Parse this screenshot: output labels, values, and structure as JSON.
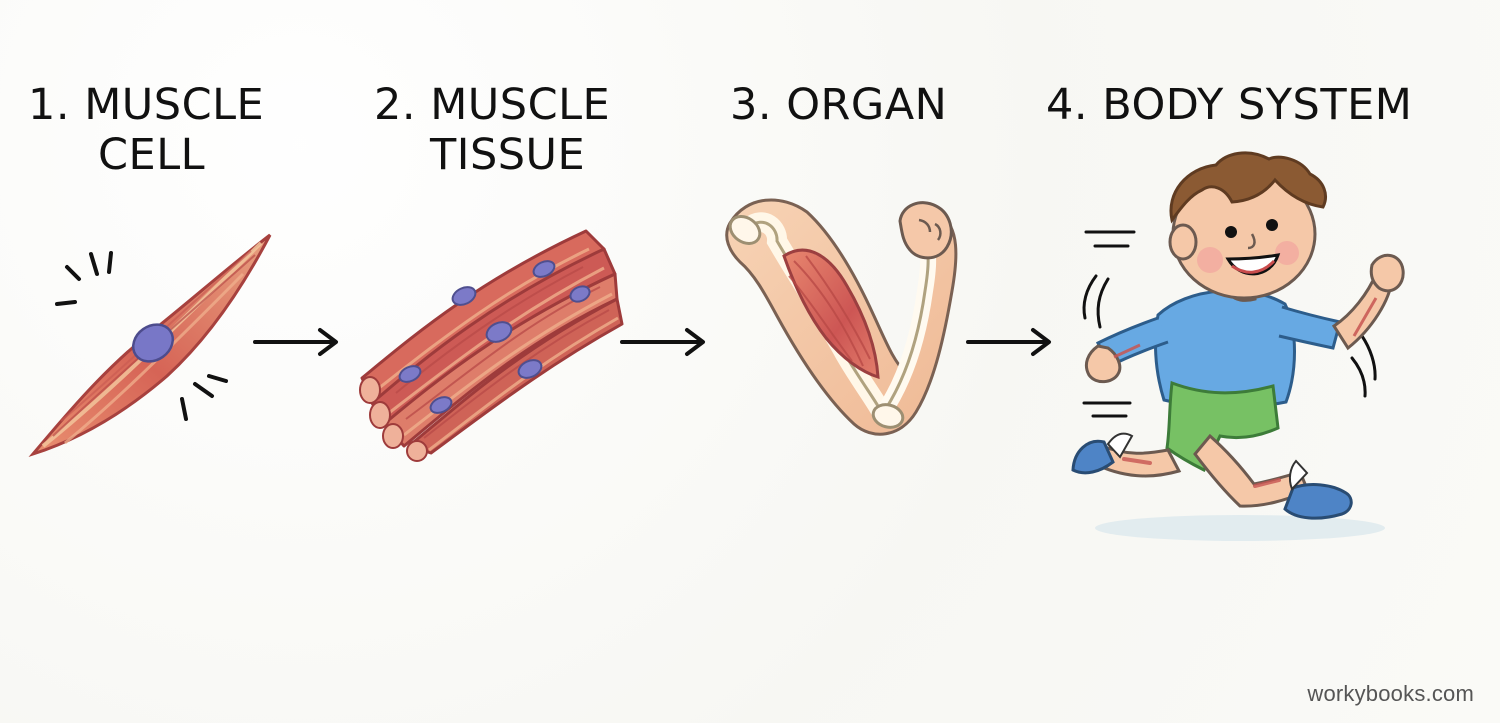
{
  "steps": [
    {
      "line1": "1. MUSCLE",
      "line2": "CELL",
      "icon": "spindle-muscle-cell-icon"
    },
    {
      "line1": "2. MUSCLE",
      "line2": "TISSUE",
      "icon": "muscle-fiber-bundle-icon"
    },
    {
      "line1": "3. ORGAN",
      "line2": "",
      "icon": "flexed-arm-biceps-icon"
    },
    {
      "line1": "4. BODY SYSTEM",
      "line2": "",
      "icon": "running-boy-icon"
    }
  ],
  "watermark": "workybooks.com",
  "colors": {
    "muscle_red": "#d76b5f",
    "muscle_dark": "#b84845",
    "nucleus_blue": "#7a78c8",
    "skin": "#f4c8a8",
    "bone": "#f3ecd7",
    "shirt_blue": "#63a8e6",
    "shorts_green": "#74bf63",
    "hair_brown": "#8b5a33",
    "arrow_black": "#111111"
  }
}
